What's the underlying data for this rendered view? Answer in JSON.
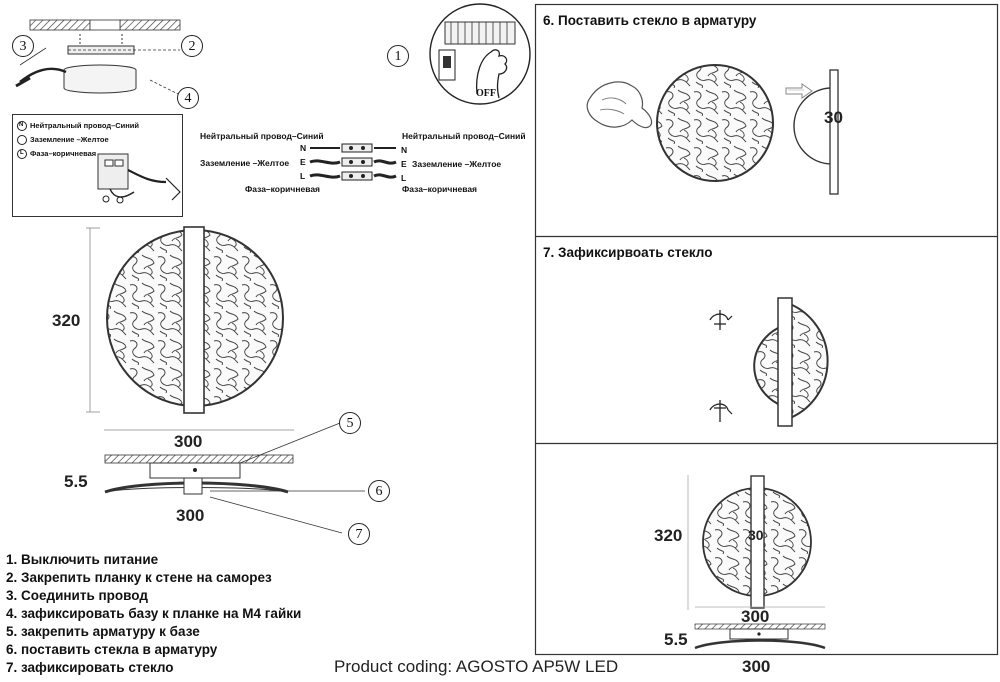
{
  "wiring_legend": {
    "neutral": "Нейтральный провод–Синий",
    "ground": "Заземление –Желтое",
    "phase": "Фаза–коричневая",
    "n_symbol": "N",
    "e_symbol": "⏚",
    "l_symbol": "L"
  },
  "wiring": {
    "left_neutral": "Нейтральный провод–Синий",
    "left_ground": "Заземление –Желтое",
    "left_phase": "Фаза–коричневая",
    "right_neutral": "Нейтральный провод–Синий",
    "right_ground": "Заземление –Желтое",
    "right_phase": "Фаза–коричневая",
    "n": "N",
    "e": "E",
    "l": "L"
  },
  "switch_off_label": "OFF",
  "callouts": {
    "c1": "1",
    "c2": "2",
    "c3": "3",
    "c4": "4",
    "c5": "5",
    "c6": "6",
    "c7": "7"
  },
  "dimensions": {
    "height": "320",
    "width": "300",
    "depth": "5.5",
    "base_width": "300",
    "panel_height": "320",
    "panel_thickness": "30",
    "panel_width": "300",
    "panel_depth": "5.5",
    "panel_base_width": "300",
    "side_thickness": "30"
  },
  "panel_titles": {
    "p6": "6. Поставить стекло в арматуру",
    "p7": "7. Зафиксирвоать стекло"
  },
  "steps": [
    "1. Выключить питание",
    "2. Закрепить планку к стене на саморез",
    "3. Соединить провод",
    "4. зафиксировать базу к планке на М4 гайки",
    "5. закрепить арматуру к базе",
    "6. поставить стекла в арматуру",
    "7. зафиксировать стекло"
  ],
  "product_coding": "Product coding: AGOSTO AP5W LED"
}
